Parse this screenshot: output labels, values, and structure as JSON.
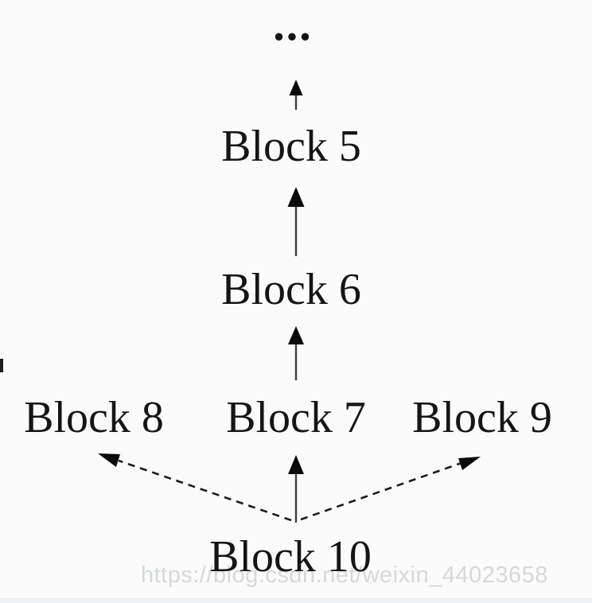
{
  "diagram": {
    "title_hint": "blockchain-fork-diagram",
    "nodes": [
      {
        "id": "ellipsis",
        "label": "..."
      },
      {
        "id": "block-5",
        "label": "Block 5"
      },
      {
        "id": "block-6",
        "label": "Block 6"
      },
      {
        "id": "block-8",
        "label": "Block 8"
      },
      {
        "id": "block-7",
        "label": "Block 7"
      },
      {
        "id": "block-9",
        "label": "Block 9"
      },
      {
        "id": "block-10",
        "label": "Block 10"
      }
    ],
    "edges": [
      {
        "from": "block-5",
        "to": "ellipsis",
        "style": "solid"
      },
      {
        "from": "block-6",
        "to": "block-5",
        "style": "solid"
      },
      {
        "from": "block-7",
        "to": "block-6",
        "style": "solid"
      },
      {
        "from": "block-10",
        "to": "block-7",
        "style": "solid"
      },
      {
        "from": "block-10",
        "to": "block-8",
        "style": "dashed"
      },
      {
        "from": "block-10",
        "to": "block-9",
        "style": "dashed"
      }
    ]
  },
  "watermark": {
    "text": "https://blog.csdn.net/weixin_44023658"
  },
  "colors": {
    "background": "#fbfbfb",
    "text": "#151515",
    "arrow_line": "#3f3f3f",
    "arrow_head": "#0b0b0b",
    "watermark_text": "#d6d9db"
  }
}
